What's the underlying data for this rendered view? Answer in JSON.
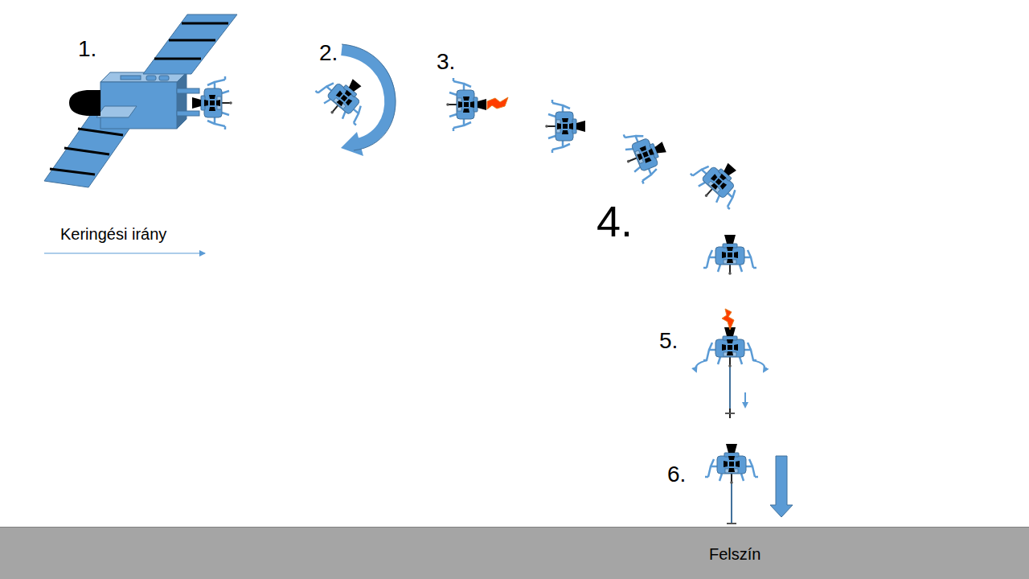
{
  "diagram": {
    "nodes": [
      {
        "text": [
          "Felszín"
        ]
      }
    ],
    "labels": [
      "1.",
      "2.",
      "3.",
      "4.",
      "5.",
      "6.",
      "Keringési irány"
    ]
  }
}
